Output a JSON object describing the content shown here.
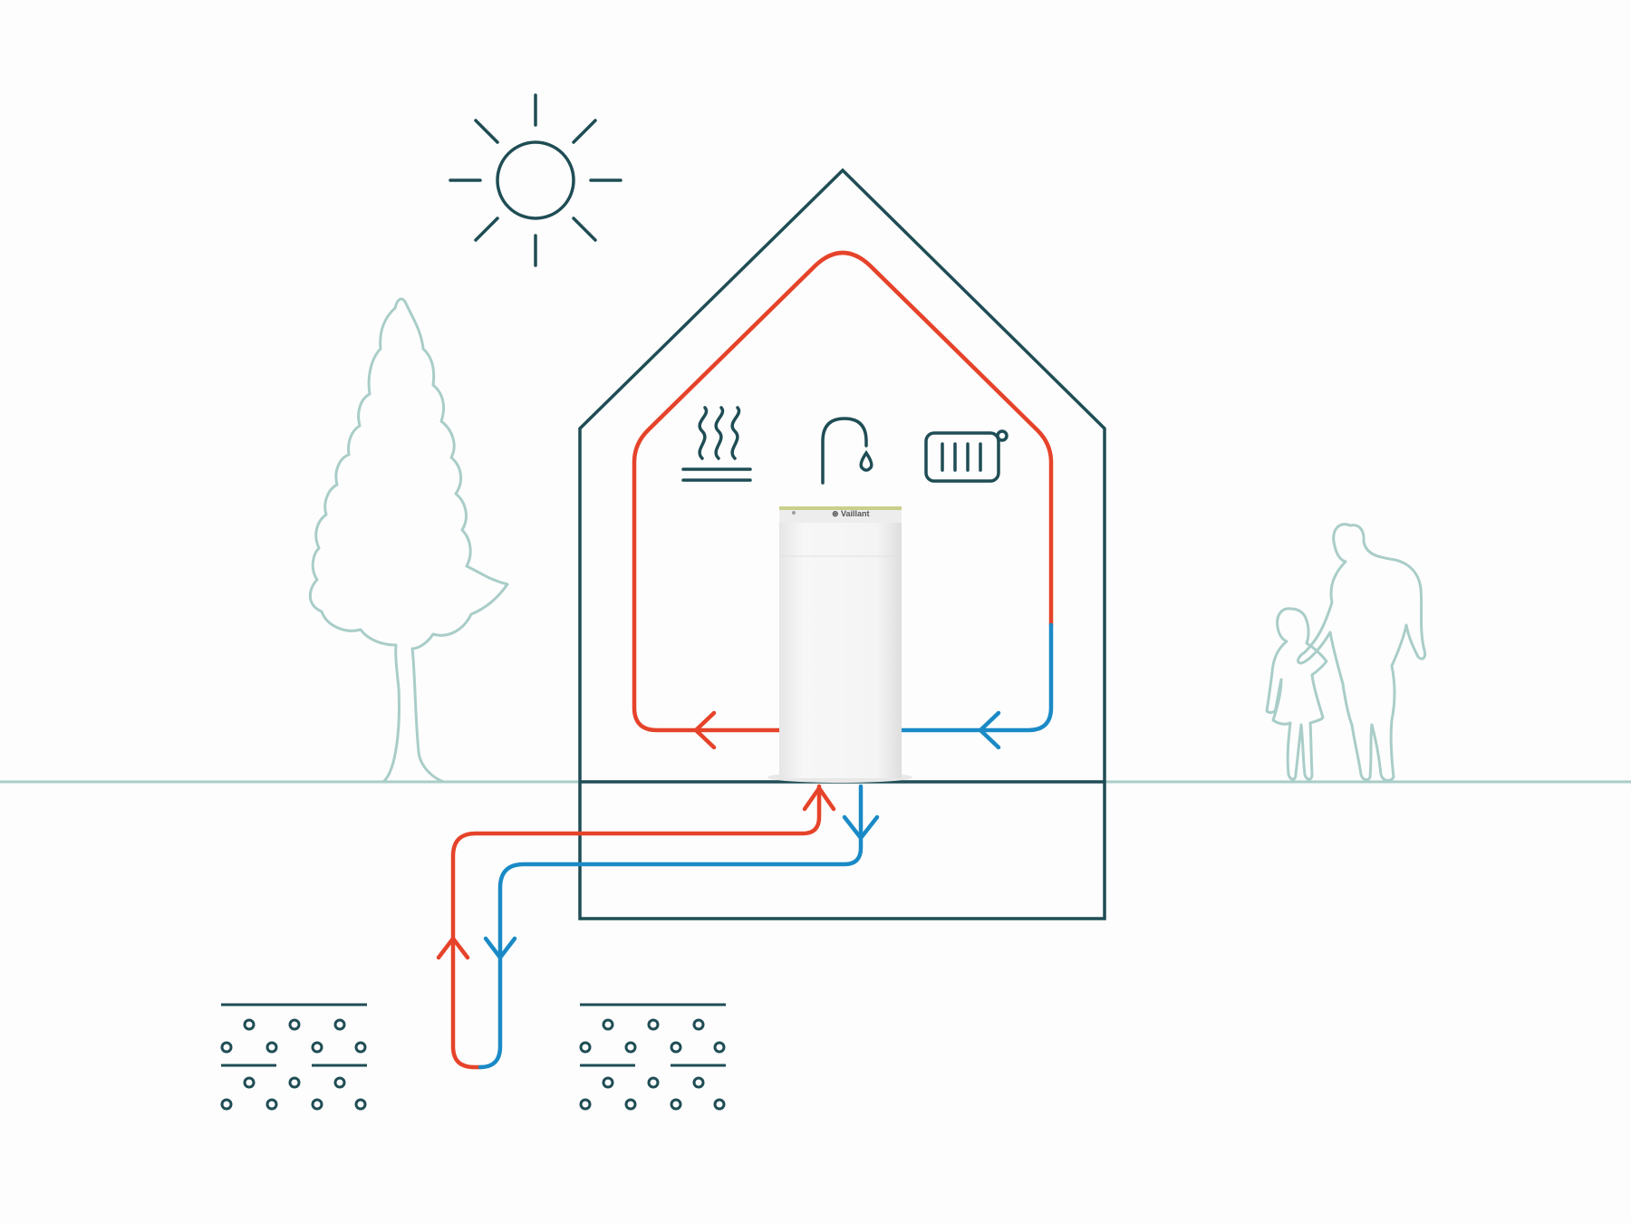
{
  "brand": {
    "name": "Vaillant"
  },
  "colors": {
    "background": "#fdfdfd",
    "outline_dark": "#1f4d55",
    "outline_light": "#a9cdc8",
    "flow_hot": "#e5432a",
    "flow_cold": "#1a8ac6",
    "unit_body": "#f2f2f2",
    "unit_top_accent": "#c9cf8a"
  },
  "icons": {
    "sun": "sun-icon",
    "underfloor_heating": "underfloor-heating-icon",
    "hot_water_tap": "water-tap-icon",
    "radiator": "radiator-icon",
    "tree": "tree-illustration",
    "people": "parent-and-child-illustration",
    "ground_collector": "ground-collector-icon"
  }
}
